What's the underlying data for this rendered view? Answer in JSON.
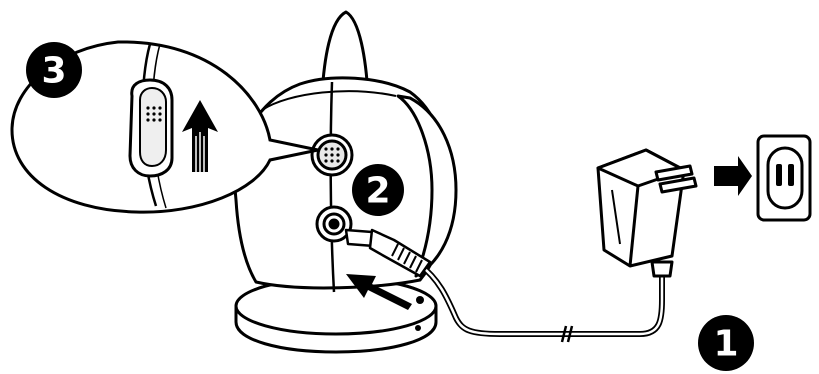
{
  "steps": [
    {
      "number": "1",
      "label": ""
    },
    {
      "number": "2",
      "label": ""
    },
    {
      "number": "3",
      "label": ""
    }
  ],
  "components": {
    "camera": "camera-unit",
    "adapter": "power-adapter",
    "outlet": "wall-outlet",
    "switch": "power-switch",
    "cable": "power-cable"
  },
  "colors": {
    "line": "#000000",
    "fill": "#ffffff",
    "shade": "#cfcfcf",
    "badge": "#000000"
  }
}
